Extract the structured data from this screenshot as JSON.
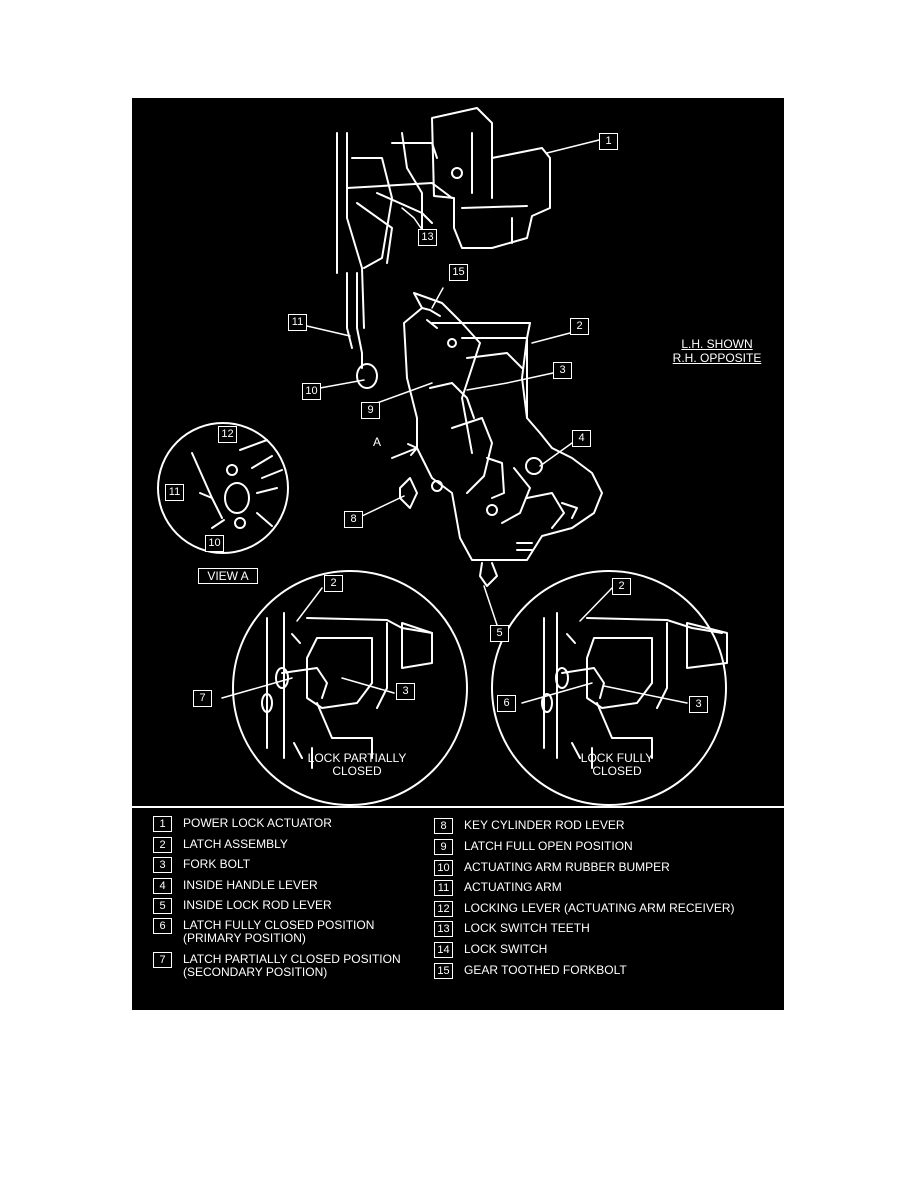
{
  "diagram": {
    "callouts": {
      "c1": "1",
      "c2": "2",
      "c3": "3",
      "c4": "4",
      "c5": "5",
      "c7": "7",
      "c8": "8",
      "c9": "9",
      "c10": "10",
      "c11": "11",
      "c13": "13",
      "c15": "15",
      "va12": "12",
      "va11": "11",
      "va10": "10",
      "lp2": "2",
      "lp3": "3",
      "lp7": "7",
      "lf2": "2",
      "lf3": "3",
      "lf6": "6"
    },
    "orientation_line1": "L.H. SHOWN",
    "orientation_line2": "R.H. OPPOSITE",
    "view_a_label": "VIEW A",
    "view_arrow_letter": "A",
    "lock_partially_closed_line1": "LOCK PARTIALLY",
    "lock_partially_closed_line2": "CLOSED",
    "lock_fully_closed_line1": "LOCK FULLY",
    "lock_fully_closed_line2": "CLOSED"
  },
  "legend": {
    "left": [
      {
        "num": "1",
        "text": "POWER LOCK ACTUATOR"
      },
      {
        "num": "2",
        "text": "LATCH ASSEMBLY"
      },
      {
        "num": "3",
        "text": "FORK BOLT"
      },
      {
        "num": "4",
        "text": "INSIDE HANDLE LEVER"
      },
      {
        "num": "5",
        "text": "INSIDE LOCK ROD LEVER"
      },
      {
        "num": "6",
        "text": "LATCH FULLY CLOSED POSITION\n(PRIMARY POSITION)"
      },
      {
        "num": "7",
        "text": "LATCH PARTIALLY CLOSED POSITION\n(SECONDARY POSITION)"
      }
    ],
    "right": [
      {
        "num": "8",
        "text": "KEY CYLINDER ROD LEVER"
      },
      {
        "num": "9",
        "text": "LATCH FULL OPEN POSITION"
      },
      {
        "num": "10",
        "text": "ACTUATING ARM RUBBER BUMPER"
      },
      {
        "num": "11",
        "text": "ACTUATING ARM"
      },
      {
        "num": "12",
        "text": "LOCKING LEVER (ACTUATING ARM RECEIVER)"
      },
      {
        "num": "13",
        "text": "LOCK SWITCH TEETH"
      },
      {
        "num": "14",
        "text": "LOCK SWITCH"
      },
      {
        "num": "15",
        "text": "GEAR TOOTHED FORKBOLT"
      }
    ]
  }
}
